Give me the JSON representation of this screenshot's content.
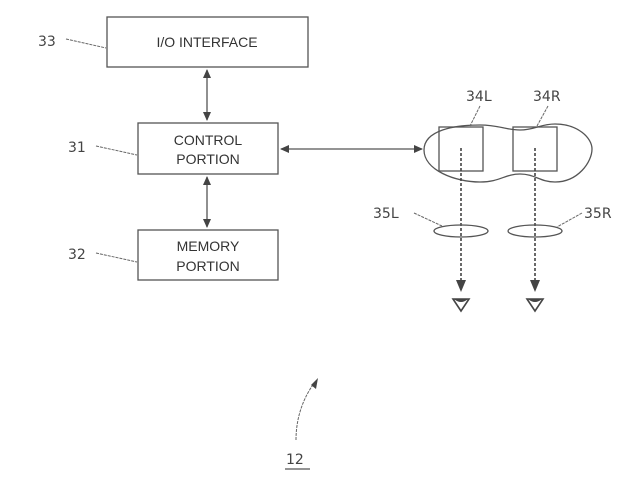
{
  "figure": {
    "number": "12",
    "blocks": {
      "io_interface": {
        "ref": "33",
        "lines": [
          "I/O INTERFACE"
        ]
      },
      "control": {
        "ref": "31",
        "lines": [
          "CONTROL",
          "PORTION"
        ]
      },
      "memory": {
        "ref": "32",
        "lines": [
          "MEMORY",
          "PORTION"
        ]
      }
    },
    "display": {
      "left_panel": {
        "ref": "34L"
      },
      "right_panel": {
        "ref": "34R"
      },
      "left_lens": {
        "ref": "35L"
      },
      "right_lens": {
        "ref": "35R"
      }
    },
    "eye_icon": "eye-icon",
    "colors": {
      "line": "#555555",
      "text": "#333333",
      "background": "#ffffff"
    }
  }
}
